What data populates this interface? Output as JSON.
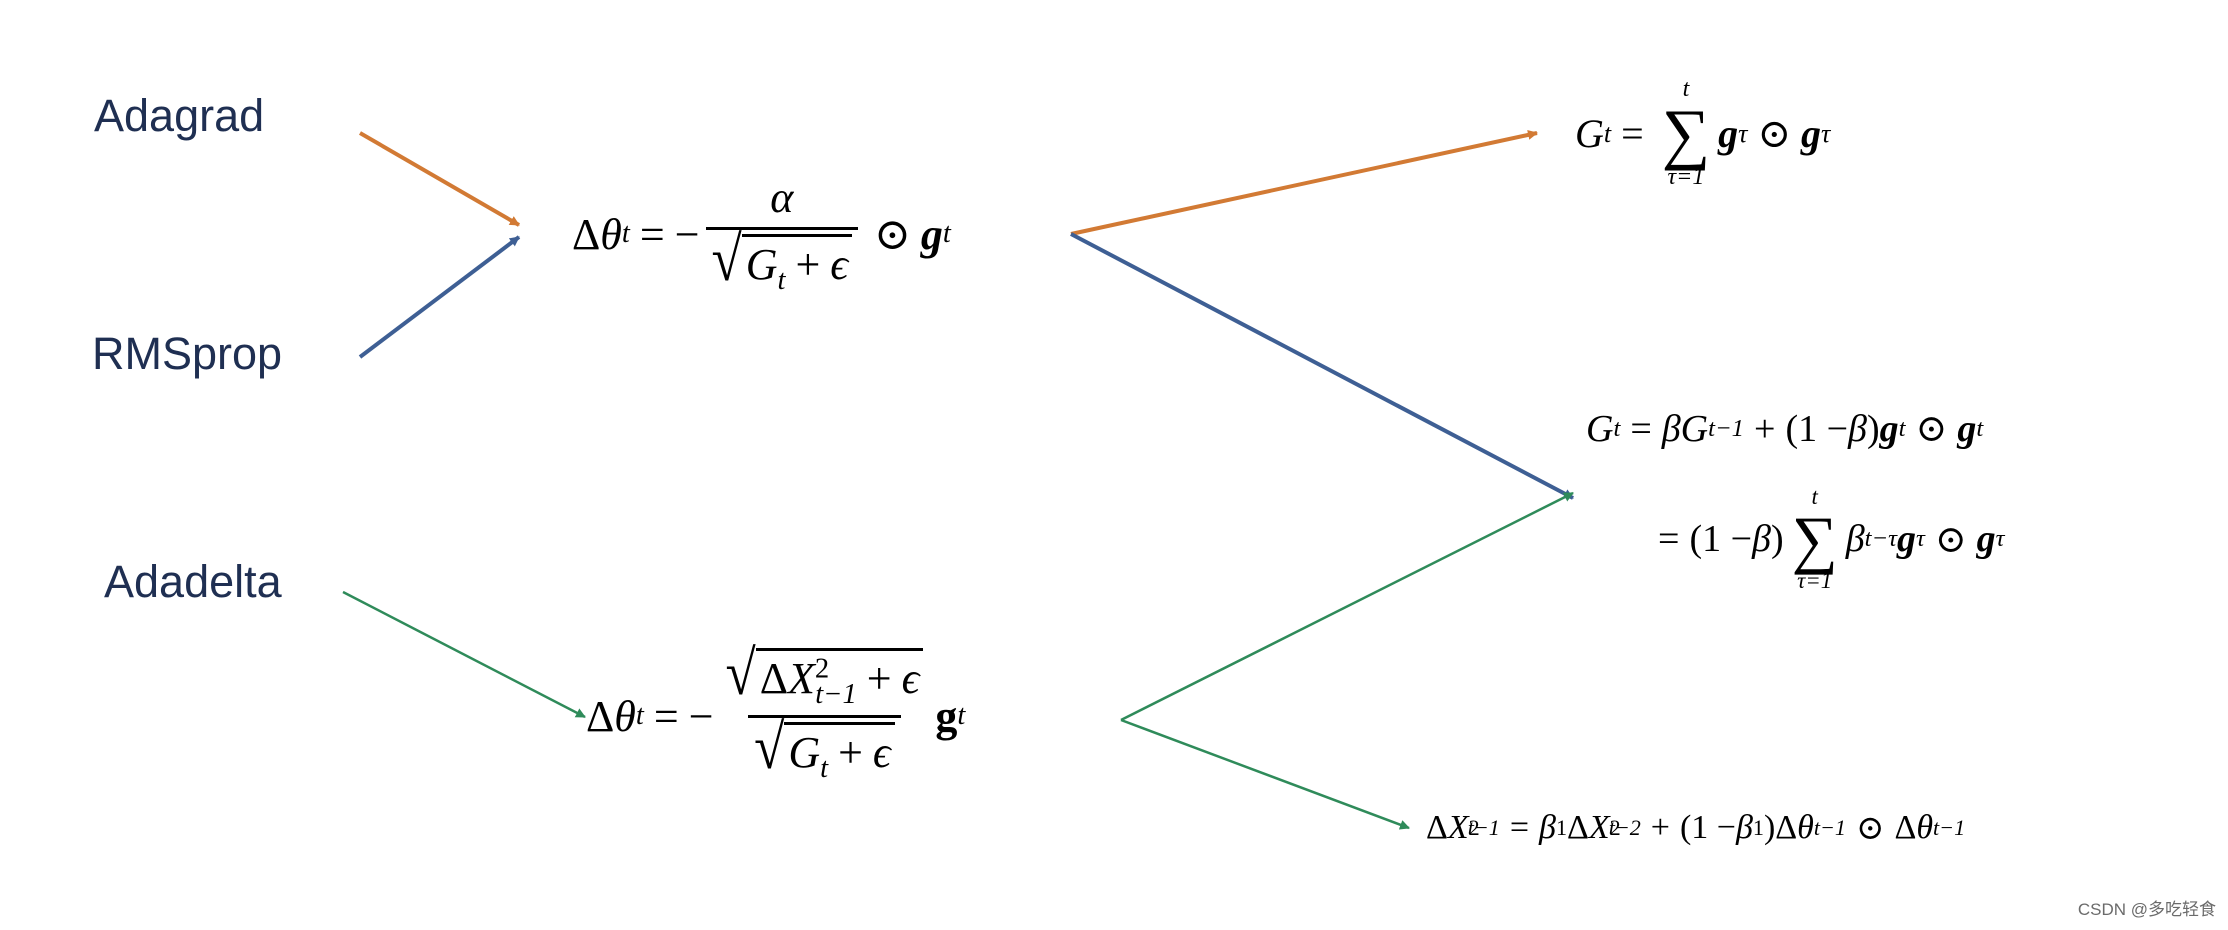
{
  "labels": {
    "adagrad": "Adagrad",
    "rmsprop": "RMSprop",
    "adadelta": "Adadelta"
  },
  "watermark": "CSDN @多吃轻食",
  "colors": {
    "adagrad_arrow": "#d27a34",
    "rmsprop_arrow": "#3e5f94",
    "adadelta_arrow": "#2f8b5a",
    "label_text": "#1f2f52"
  },
  "equations": {
    "update_rule": "Δθ_t = −α / √(G_t + ε) ⊙ g_t",
    "adagrad_accumulator": "G_t = Σ_{τ=1}^{t} g_τ ⊙ g_τ",
    "rmsprop_accumulator_line1": "G_t = βG_{t−1} + (1 − β)g_t ⊙ g_t",
    "rmsprop_accumulator_line2": "= (1 − β) Σ_{τ=1}^{t} β^{t−τ} g_τ ⊙ g_τ",
    "adadelta_update": "Δθ_t = −√(ΔX²_{t−1} + ε) / √(G_t + ε) g_t",
    "adadelta_accumulator": "ΔX²_{t−1} = β₁ΔX²_{t−2} + (1 − β₁)Δθ_{t−1} ⊙ Δθ_{t−1}"
  }
}
